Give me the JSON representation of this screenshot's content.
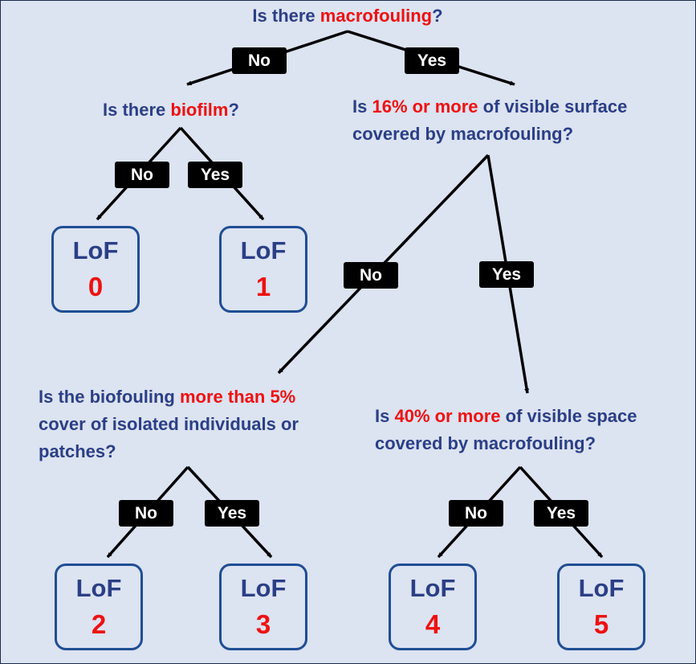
{
  "q_root": {
    "pre": "Is there ",
    "hl": "macrofouling",
    "post": "?"
  },
  "q_biofilm": {
    "pre": "Is there ",
    "hl": "biofilm",
    "post": "?"
  },
  "q_16": {
    "pre": "Is ",
    "hl": "16% or more",
    "post": " of visible surface",
    "line2": "covered by macrofouling?"
  },
  "q_5": {
    "pre": "Is the biofouling ",
    "hl": "more than 5%",
    "line2": "cover of isolated individuals or",
    "line3": "patches?"
  },
  "q_40": {
    "pre": "Is ",
    "hl": "40% or more",
    "post": " of visible space",
    "line2": "covered by macrofouling?"
  },
  "labels": {
    "no": "No",
    "yes": "Yes"
  },
  "leaves": [
    {
      "title": "LoF",
      "level": "0"
    },
    {
      "title": "LoF",
      "level": "1"
    },
    {
      "title": "LoF",
      "level": "2"
    },
    {
      "title": "LoF",
      "level": "3"
    },
    {
      "title": "LoF",
      "level": "4"
    },
    {
      "title": "LoF",
      "level": "5"
    }
  ],
  "colors": {
    "background": "#dce3f1",
    "question_text": "#2b3f86",
    "highlight": "#ee1111",
    "box_border": "#1f4e94",
    "label_bg": "#000000"
  }
}
